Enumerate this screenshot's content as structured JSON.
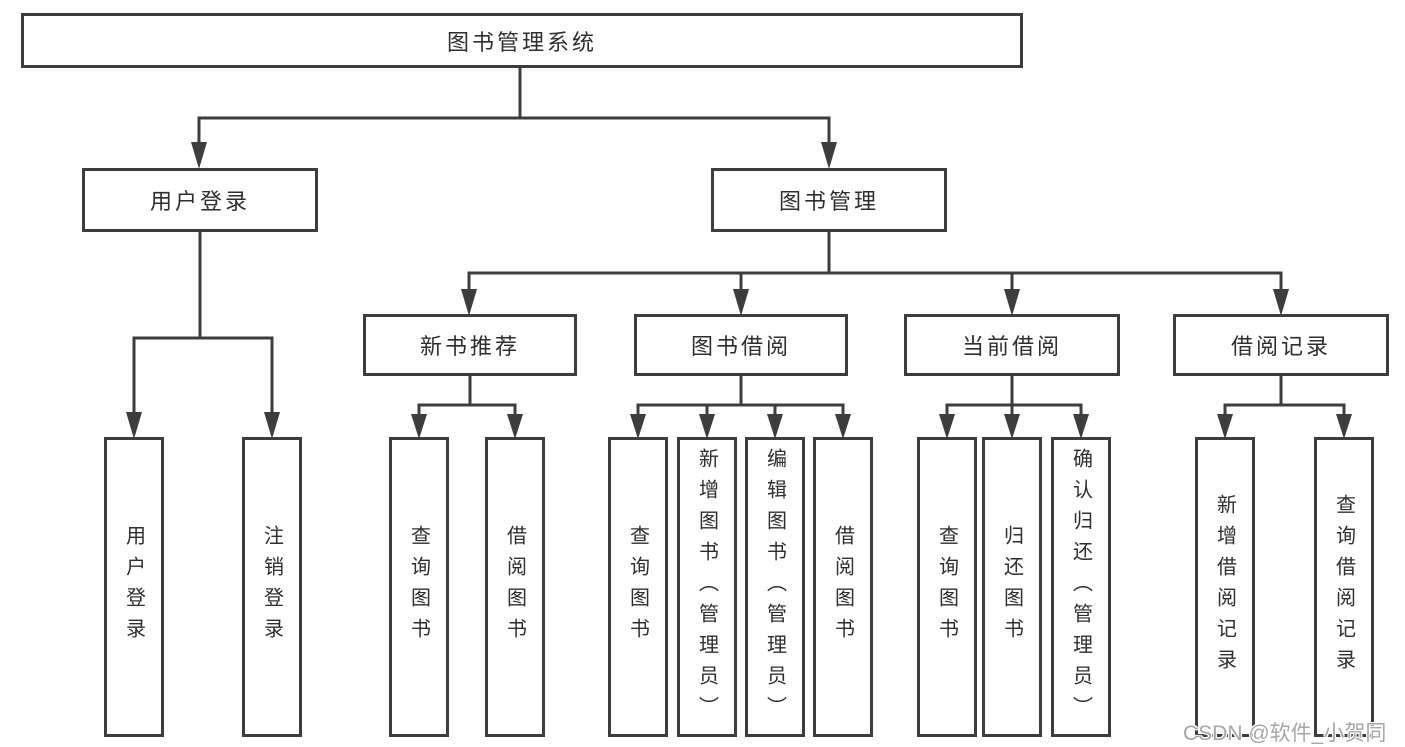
{
  "page": {
    "watermark": "CSDN @软件_小贺同学",
    "colors": {
      "line": "#3d3d3d",
      "box_border": "#3d3d3d",
      "text": "#2e2e2e",
      "watermark": "#a6a6a6",
      "background": "#ffffff"
    }
  },
  "tree": {
    "root": "图书管理系统",
    "children": [
      {
        "label": "用户登录",
        "children": [
          "用户登录",
          "注销登录"
        ]
      },
      {
        "label": "图书管理",
        "children": [
          {
            "label": "新书推荐",
            "children": [
              "查询图书",
              "借阅图书"
            ]
          },
          {
            "label": "图书借阅",
            "children": [
              "查询图书",
              "新增图书（管理员）",
              "编辑图书（管理员）",
              "借阅图书"
            ]
          },
          {
            "label": "当前借阅",
            "children": [
              "查询图书",
              "归还图书",
              "确认归还（管理员）"
            ]
          },
          {
            "label": "借阅记录",
            "children": [
              "新增借阅记录",
              "查询借阅记录"
            ]
          }
        ]
      }
    ]
  }
}
